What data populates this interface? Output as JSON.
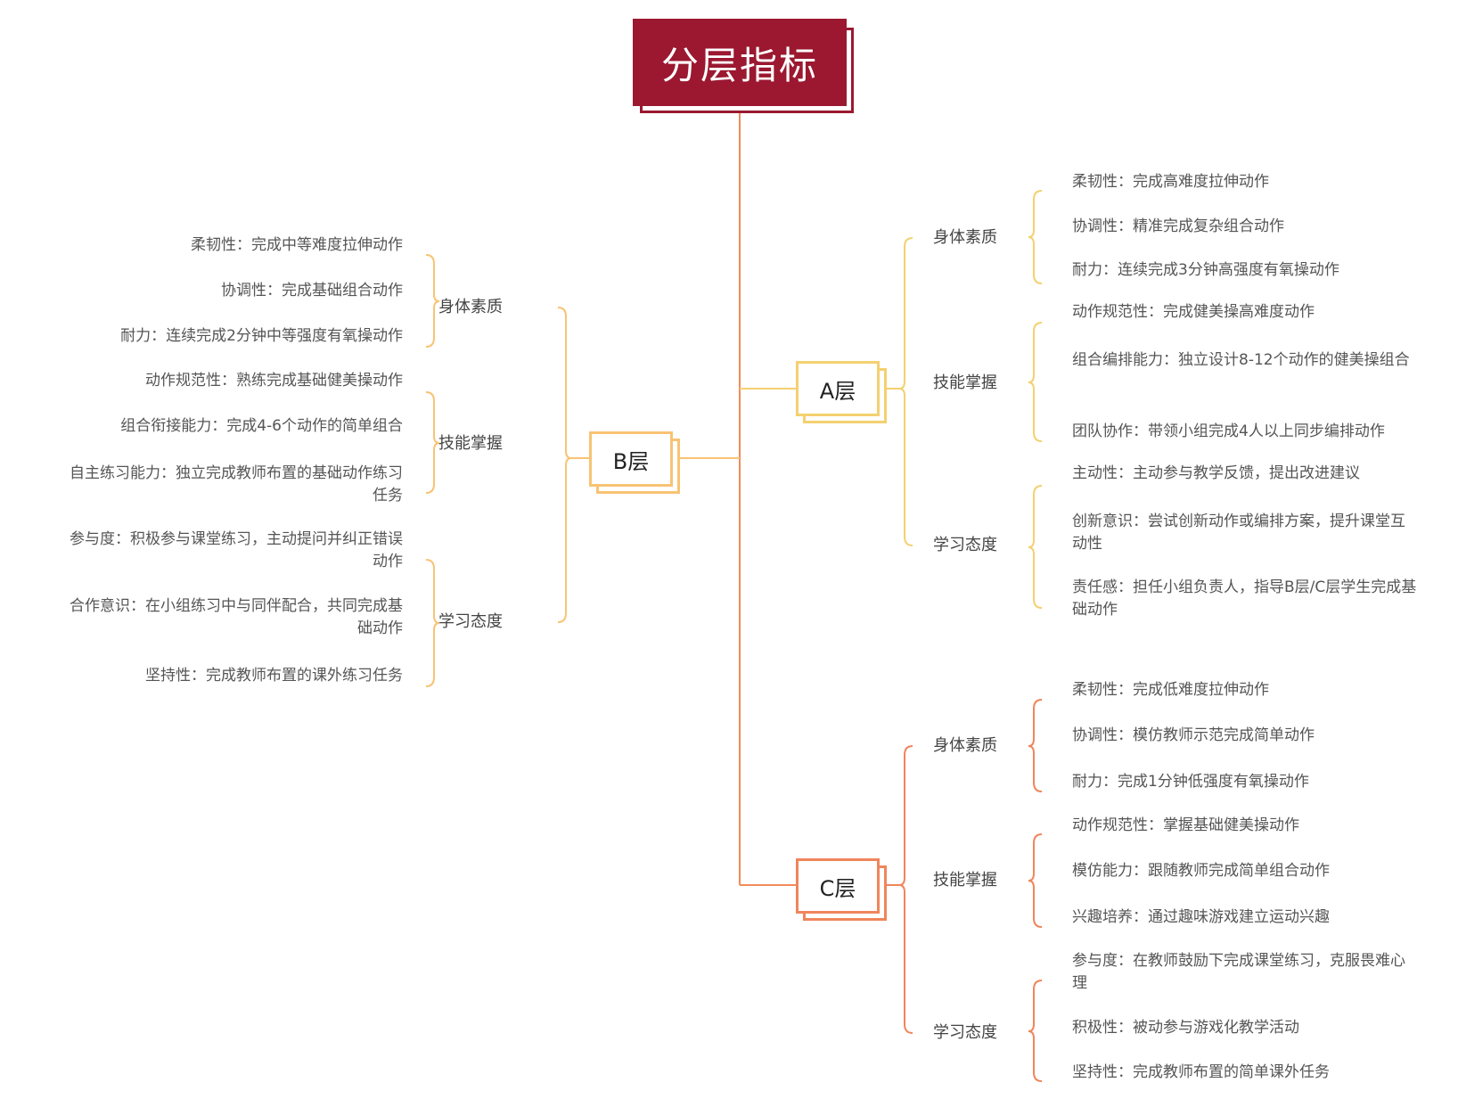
{
  "root": {
    "title": "分层指标"
  },
  "colors": {
    "root": "#9b1830",
    "trunk": "#f28a5b",
    "layer_a": "#f4d06f",
    "layer_b": "#f8c374",
    "layer_c": "#f0855c"
  },
  "layers": {
    "A": {
      "label": "A层",
      "categories": [
        {
          "label": "身体素质",
          "items": [
            "柔韧性：完成高难度拉伸动作",
            "协调性：精准完成复杂组合动作",
            "耐力：连续完成3分钟高强度有氧操动作"
          ]
        },
        {
          "label": "技能掌握",
          "items": [
            "动作规范性：完成健美操高难度动作",
            "组合编排能力：独立设计8-12个动作的健美操组合",
            "团队协作：带领小组完成4人以上同步编排动作"
          ]
        },
        {
          "label": "学习态度",
          "items": [
            "主动性：主动参与教学反馈，提出改进建议",
            "创新意识：尝试创新动作或编排方案，提升课堂互动性",
            "责任感：担任小组负责人，指导B层/C层学生完成基础动作"
          ]
        }
      ]
    },
    "B": {
      "label": "B层",
      "categories": [
        {
          "label": "身体素质",
          "items": [
            "柔韧性：完成中等难度拉伸动作",
            "协调性：完成基础组合动作",
            "耐力：连续完成2分钟中等强度有氧操动作"
          ]
        },
        {
          "label": "技能掌握",
          "items": [
            "动作规范性：熟练完成基础健美操动作",
            "组合衔接能力：完成4-6个动作的简单组合",
            "自主练习能力：独立完成教师布置的基础动作练习任务"
          ]
        },
        {
          "label": "学习态度",
          "items": [
            "参与度：积极参与课堂练习，主动提问并纠正错误动作",
            "合作意识：在小组练习中与同伴配合，共同完成基础动作",
            "坚持性：完成教师布置的课外练习任务"
          ]
        }
      ]
    },
    "C": {
      "label": "C层",
      "categories": [
        {
          "label": "身体素质",
          "items": [
            "柔韧性：完成低难度拉伸动作",
            "协调性：模仿教师示范完成简单动作",
            "耐力：完成1分钟低强度有氧操动作"
          ]
        },
        {
          "label": "技能掌握",
          "items": [
            "动作规范性：掌握基础健美操动作",
            "模仿能力：跟随教师完成简单组合动作",
            "兴趣培养：通过趣味游戏建立运动兴趣"
          ]
        },
        {
          "label": "学习态度",
          "items": [
            "参与度：在教师鼓励下完成课堂练习，克服畏难心理",
            "积极性：被动参与游戏化教学活动",
            "坚持性：完成教师布置的简单课外任务"
          ]
        }
      ]
    }
  }
}
